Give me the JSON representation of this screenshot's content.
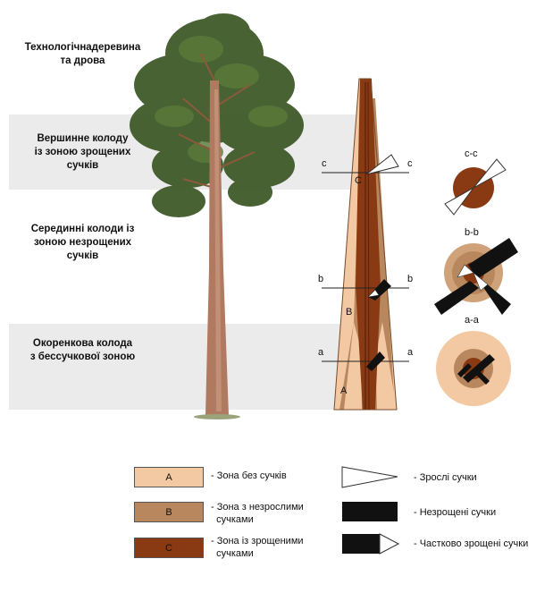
{
  "zones": [
    {
      "id": "timber",
      "label": "Технологічнадеревина\nта дрова"
    },
    {
      "id": "top-log",
      "label": "Вершинне колоду\nіз зоною зрощених\nсучків"
    },
    {
      "id": "middle-log",
      "label": "Серединні колоди із\nзоною незрощених\nсучків"
    },
    {
      "id": "butt-log",
      "label": "Окоренкова колода\nз бессучкової зоною"
    }
  ],
  "sections": {
    "c": "c",
    "b": "b",
    "a": "a",
    "cc": "c-c",
    "bb": "b-b",
    "aa": "a-a"
  },
  "stem_letters": {
    "A": "A",
    "B": "B",
    "C": "C"
  },
  "colors": {
    "zone_a": "#f3c9a3",
    "zone_b": "#b8875e",
    "zone_c": "#8a3a12",
    "band": "#ebebeb"
  },
  "legend": {
    "zones": [
      {
        "box": "A",
        "text": "- Зона без сучків"
      },
      {
        "box": "B",
        "text": "- Зона з незрослими\n  сучками"
      },
      {
        "box": "C",
        "text": "- Зона із зрощеними\n  сучками"
      }
    ],
    "knots": [
      {
        "icon": "open-triangle-icon",
        "text": "- Зрослі сучки"
      },
      {
        "icon": "black-bar-icon",
        "text": "- Незрощені сучки"
      },
      {
        "icon": "partial-knot-icon",
        "text": "- Частково зрощені сучки"
      }
    ]
  }
}
